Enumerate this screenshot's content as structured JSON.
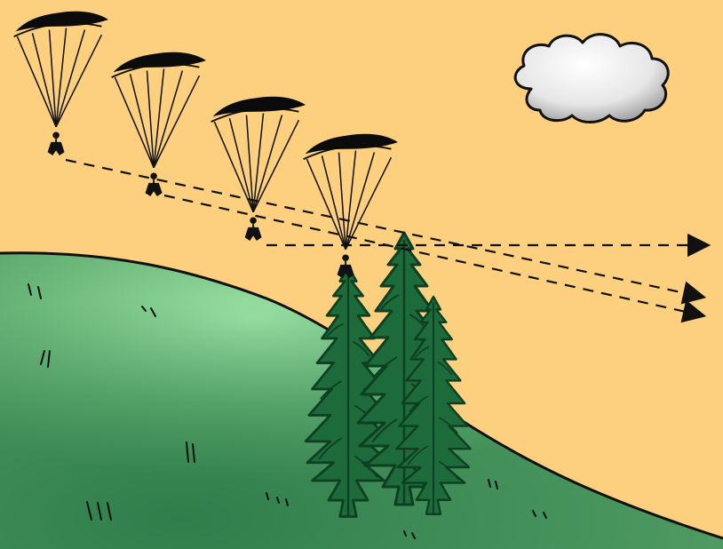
{
  "scene": {
    "subjects": {
      "paraglider_count": 4,
      "trajectory_arrow_count": 3,
      "tree_count": 3,
      "cloud_count": 1
    },
    "colors": {
      "sky": "#FCD07E",
      "hill_base": "#5FA36A",
      "hill_light": "#93D79E",
      "hill_dark": "#1F7A45",
      "tree_fill": "#1D6A3A",
      "tree_dark": "#0E3F22",
      "ink": "#111111",
      "canopy": "#ffffff",
      "canopy_top": "#0b0b0b",
      "cloud_light": "#ffffff",
      "cloud_mid": "#e6e6e6",
      "cloud_shadow": "#8f8f8f"
    }
  }
}
